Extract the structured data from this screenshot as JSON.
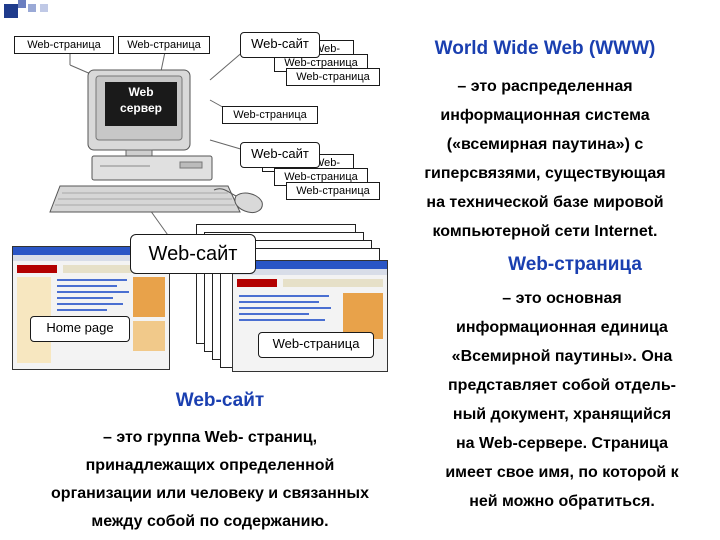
{
  "diagram": {
    "top_row": [
      "Web-страница",
      "Web-страница"
    ],
    "site_top": {
      "label": "Web-сайт",
      "stack": [
        "Web-страница",
        "Web-страница",
        "Web-страница"
      ]
    },
    "server_label": "Web сервер",
    "server_line1": "Web",
    "server_line2": "сервер",
    "page_mid": "Web-страница",
    "site_mid": {
      "label": "Web-сайт",
      "stack": [
        "Web-страница",
        "Web-страница",
        "Web-страница"
      ]
    },
    "site_big": "Web-сайт",
    "home_page": "Home page",
    "page_bottom": "Web-страница"
  },
  "www": {
    "title": "World Wide Web (WWW)",
    "lines": [
      "– это распределенная",
      "информационная система",
      "(«всемирная паутина») с",
      "гиперсвязями, существующая",
      "на технической базе мировой",
      "компьютерной сети Internet."
    ]
  },
  "webpage": {
    "title": "Web-страница",
    "lines": [
      "– это основная",
      "информационная единица",
      "«Всемирной паутины». Она",
      "представляет собой отдель-",
      "ный документ, хранящийся",
      "на Web-сервере. Страница",
      "имеет свое имя, по которой к",
      "ней можно обратиться."
    ]
  },
  "website": {
    "title": "Web-сайт",
    "lines": [
      "– это группа Web- страниц,",
      "принадлежащих определенной",
      "организации или человеку и связанных",
      "между собой по содержанию."
    ]
  },
  "colors": {
    "heading": "#1a3fb0",
    "deco_squares": "#1f3b8c"
  }
}
